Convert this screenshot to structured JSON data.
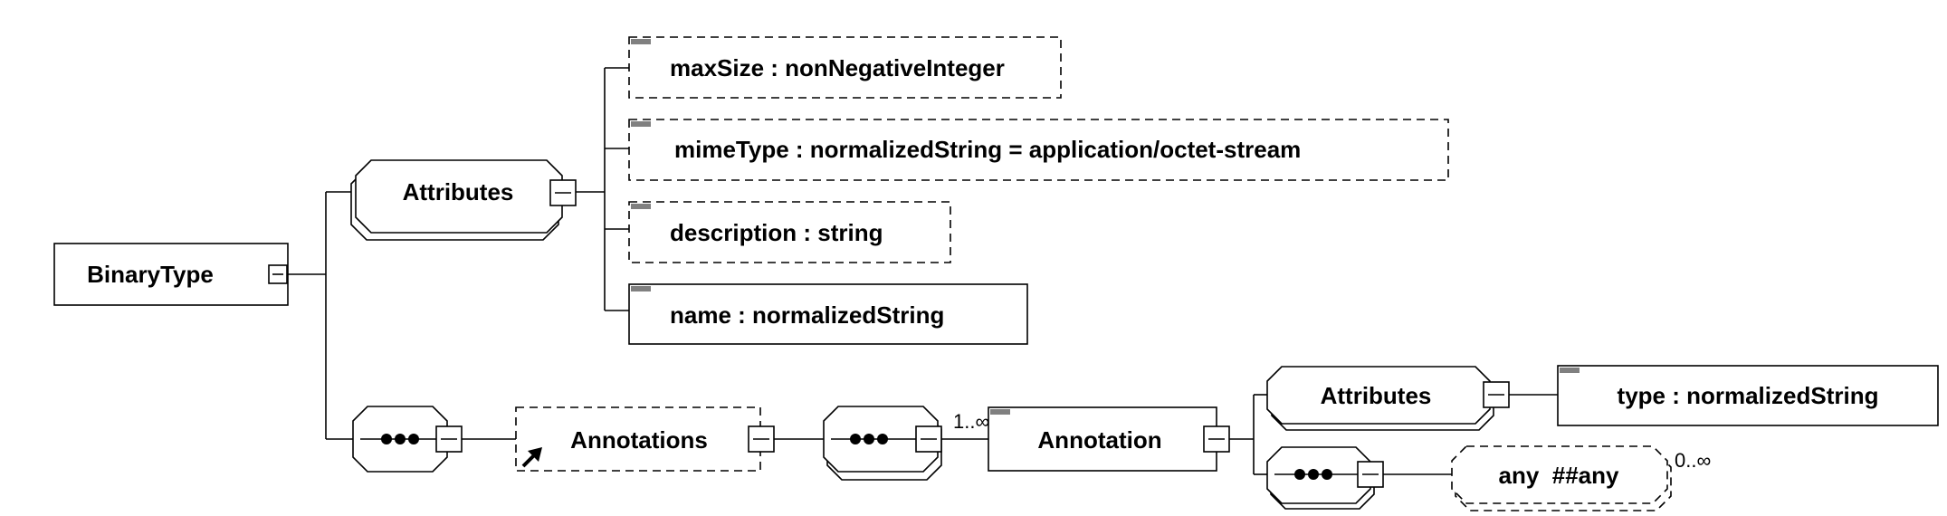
{
  "root": {
    "label": "BinaryType"
  },
  "attributes_group": {
    "label": "Attributes",
    "items": [
      {
        "label": "maxSize : nonNegativeInteger",
        "optional": true
      },
      {
        "label": "mimeType : normalizedString = application/octet-stream",
        "optional": true
      },
      {
        "label": "description : string",
        "optional": true
      },
      {
        "label": "name : normalizedString",
        "optional": false
      }
    ]
  },
  "annotations": {
    "label": "Annotations",
    "optional": true,
    "is_reference": true
  },
  "annotation": {
    "label": "Annotation",
    "occurrence": "1..∞",
    "attributes_group": {
      "label": "Attributes",
      "item": "type : normalizedString"
    }
  },
  "any_element": {
    "label": "any  ##any",
    "occurrence": "0..∞"
  },
  "icons": {
    "sequence": "sequence-compositor-icon",
    "collapse": "collapse-toggle-icon",
    "reference": "reference-arrow-icon"
  }
}
